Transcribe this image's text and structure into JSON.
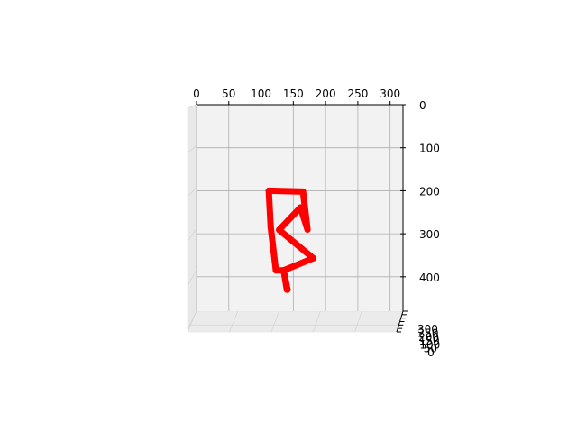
{
  "chart_data": {
    "type": "line",
    "projection": "3d",
    "title": "",
    "xlabel": "",
    "ylabel": "",
    "zlabel": "",
    "grid": true,
    "x_ticks": [
      "0",
      "50",
      "100",
      "150",
      "200",
      "250",
      "300"
    ],
    "y_ticks": [
      "0",
      "100",
      "200",
      "300",
      "400"
    ],
    "z_ticks": [
      "0",
      "50",
      "100",
      "150",
      "200",
      "250",
      "300"
    ],
    "xlim": [
      0,
      320
    ],
    "ylim": [
      0,
      480
    ],
    "series": [
      {
        "color": "#ff0000",
        "x": [
          140,
          135,
          123,
          115,
          112,
          165,
          172,
          161,
          128,
          181,
          135,
          141
        ],
        "y": [
          430,
          385,
          385,
          285,
          200,
          202,
          290,
          239,
          291,
          357,
          385,
          430
        ]
      }
    ],
    "colors": {
      "pane": "#f2f2f2",
      "grid": "#b0b0b0",
      "line": "#ff0000",
      "axis": "#000000"
    }
  }
}
